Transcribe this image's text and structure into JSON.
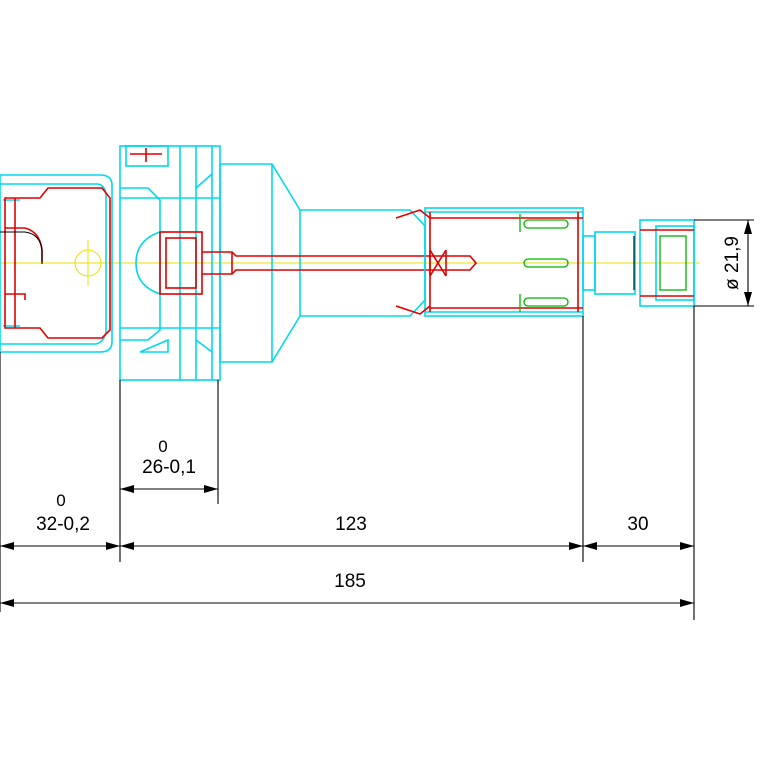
{
  "dimensions": {
    "d_32": {
      "text": "32-0,2",
      "tol_upper": "0"
    },
    "d_26": {
      "text": "26-0,1",
      "tol_upper": "0"
    },
    "d_123": {
      "text": "123"
    },
    "d_30": {
      "text": "30"
    },
    "d_185": {
      "text": "185"
    },
    "d_dia": {
      "text": "ø 21,9"
    }
  },
  "colors": {
    "outline": "#00d8f0",
    "section": "#e00000",
    "centerline": "#e8e000",
    "detail": "#00b400",
    "dimension": "#000000"
  }
}
